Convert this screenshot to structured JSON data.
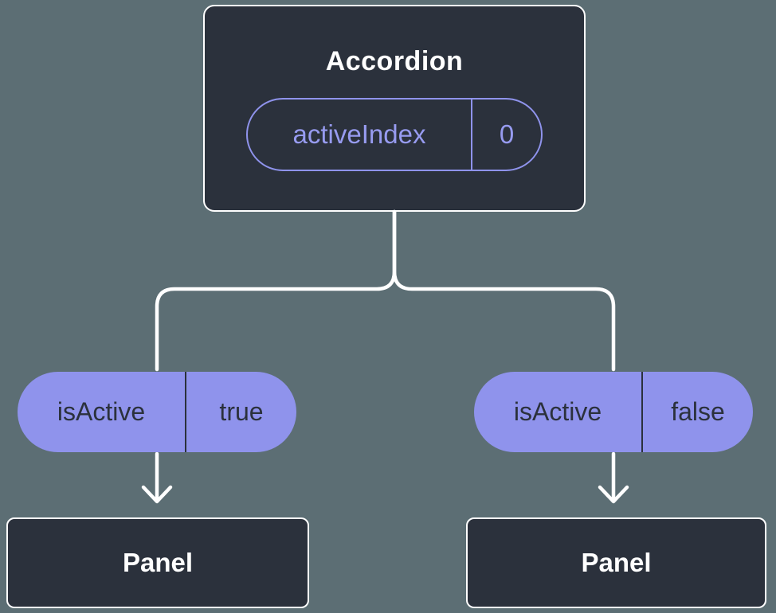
{
  "colors": {
    "background": "#5c6e74",
    "node_dark": "#2b313c",
    "accent_purple_fill": "#8f93ec",
    "accent_purple_text": "#979bf0",
    "connector_white": "#ffffff"
  },
  "root_node": {
    "title": "Accordion",
    "state_name": "activeIndex",
    "state_value": "0"
  },
  "left_branch": {
    "prop_name": "isActive",
    "prop_value": "true",
    "child_title": "Panel"
  },
  "right_branch": {
    "prop_name": "isActive",
    "prop_value": "false",
    "child_title": "Panel"
  }
}
